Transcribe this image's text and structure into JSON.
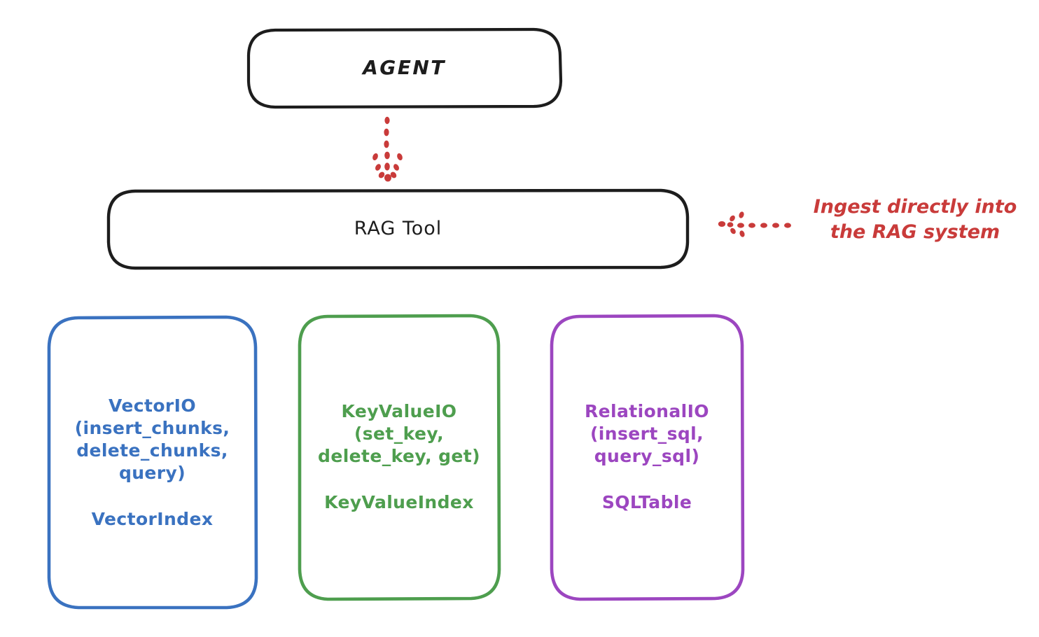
{
  "diagram": {
    "title_node": {
      "label": "AGENT"
    },
    "tool_node": {
      "label": "RAG Tool"
    },
    "annotation": {
      "text": "Ingest directly into\nthe RAG system"
    },
    "stores": [
      {
        "name": "vector-io",
        "api": "VectorIO\n(insert_chunks,\ndelete_chunks,\nquery)",
        "index": "VectorIndex",
        "color": "#3a72c0"
      },
      {
        "name": "key-value-io",
        "api": "KeyValueIO\n(set_key,\ndelete_key, get)",
        "index": "KeyValueIndex",
        "color": "#4e9e4e"
      },
      {
        "name": "relational-io",
        "api": "RelationalIO\n(insert_sql,\nquery_sql)",
        "index": "SQLTable",
        "color": "#9c46c0"
      }
    ],
    "colors": {
      "stroke_dark": "#1d1d1d",
      "accent_red": "#c93b3a",
      "blue": "#3a72c0",
      "green": "#4e9e4e",
      "purple": "#9c46c0",
      "background": "#ffffff"
    },
    "connectors": [
      {
        "name": "agent-to-rag-tool",
        "style": "dotted-arrow",
        "direction": "down",
        "color": "#c93b3a"
      },
      {
        "name": "ingest-to-rag-tool",
        "style": "dotted-arrow",
        "direction": "left",
        "color": "#c93b3a"
      }
    ]
  }
}
